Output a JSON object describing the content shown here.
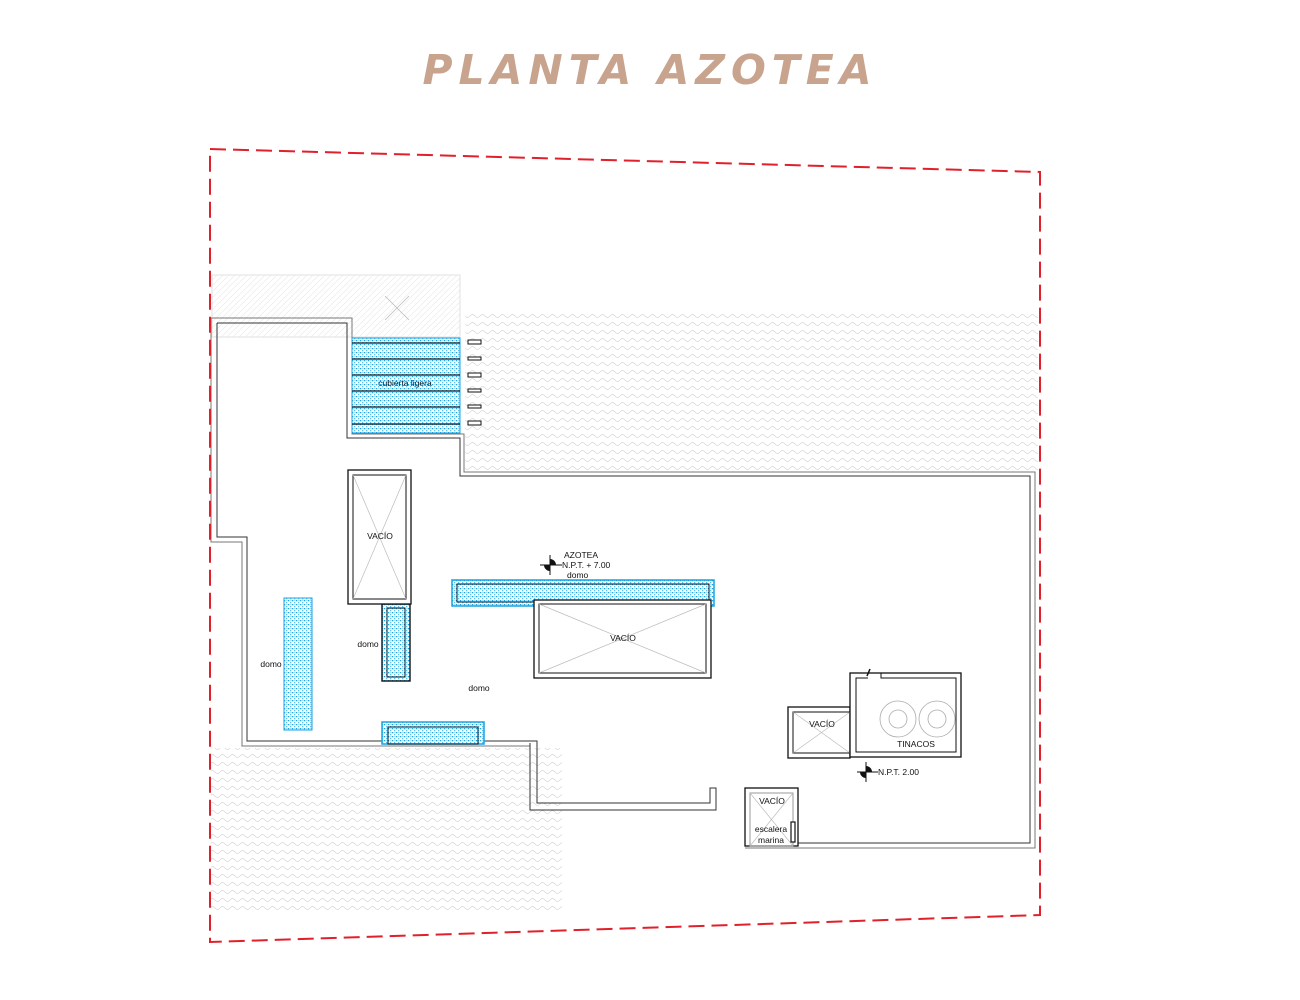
{
  "title": "PLANTA AZOTEA",
  "colors": {
    "title": "#c8a48f",
    "boundary": "#e0202a",
    "hatch": "#1aa3e0",
    "walls": "#111111"
  },
  "labels": {
    "cubierta": "cubierta ligera",
    "vacio_left": "VACÍO",
    "domo_left": "domo",
    "domo_mid": "domo",
    "domo_center": "domo",
    "azotea": "AZOTEA",
    "npt_azotea": "N.P.T. + 7.00",
    "domo_top": "domo",
    "vacio_center": "VACÍO",
    "vacio_small": "VACÍO",
    "tinacos": "TINACOS",
    "npt_tinacos": "N.P.T.  2.00",
    "vacio_escalera": "VACÍO",
    "escalera": "escalera",
    "marina": "marina"
  }
}
